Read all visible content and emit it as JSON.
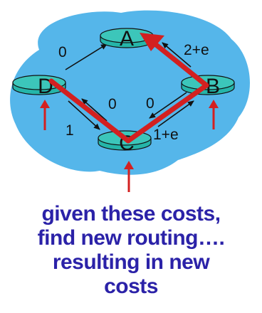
{
  "nodes": {
    "a": "A",
    "b": "B",
    "c": "C",
    "d": "D"
  },
  "edge_costs": {
    "d_to_a": "0",
    "b_to_a": "2+e",
    "c_to_d": "0",
    "b_to_c": "0",
    "d_to_c": "1",
    "c_to_b": "1+e"
  },
  "caption_lines": [
    "given these costs,",
    "find new routing….",
    "resulting in new",
    "costs"
  ],
  "colors": {
    "cloud": "#55b6ea",
    "router": "#25b5a9",
    "router_top": "#3cc6ba",
    "route": "#d32020",
    "arrow": "#111111",
    "text": "#2b22a8"
  },
  "icons": {
    "router": "router-icon",
    "route": "route-path",
    "pointer": "red-up-arrow-icon"
  }
}
